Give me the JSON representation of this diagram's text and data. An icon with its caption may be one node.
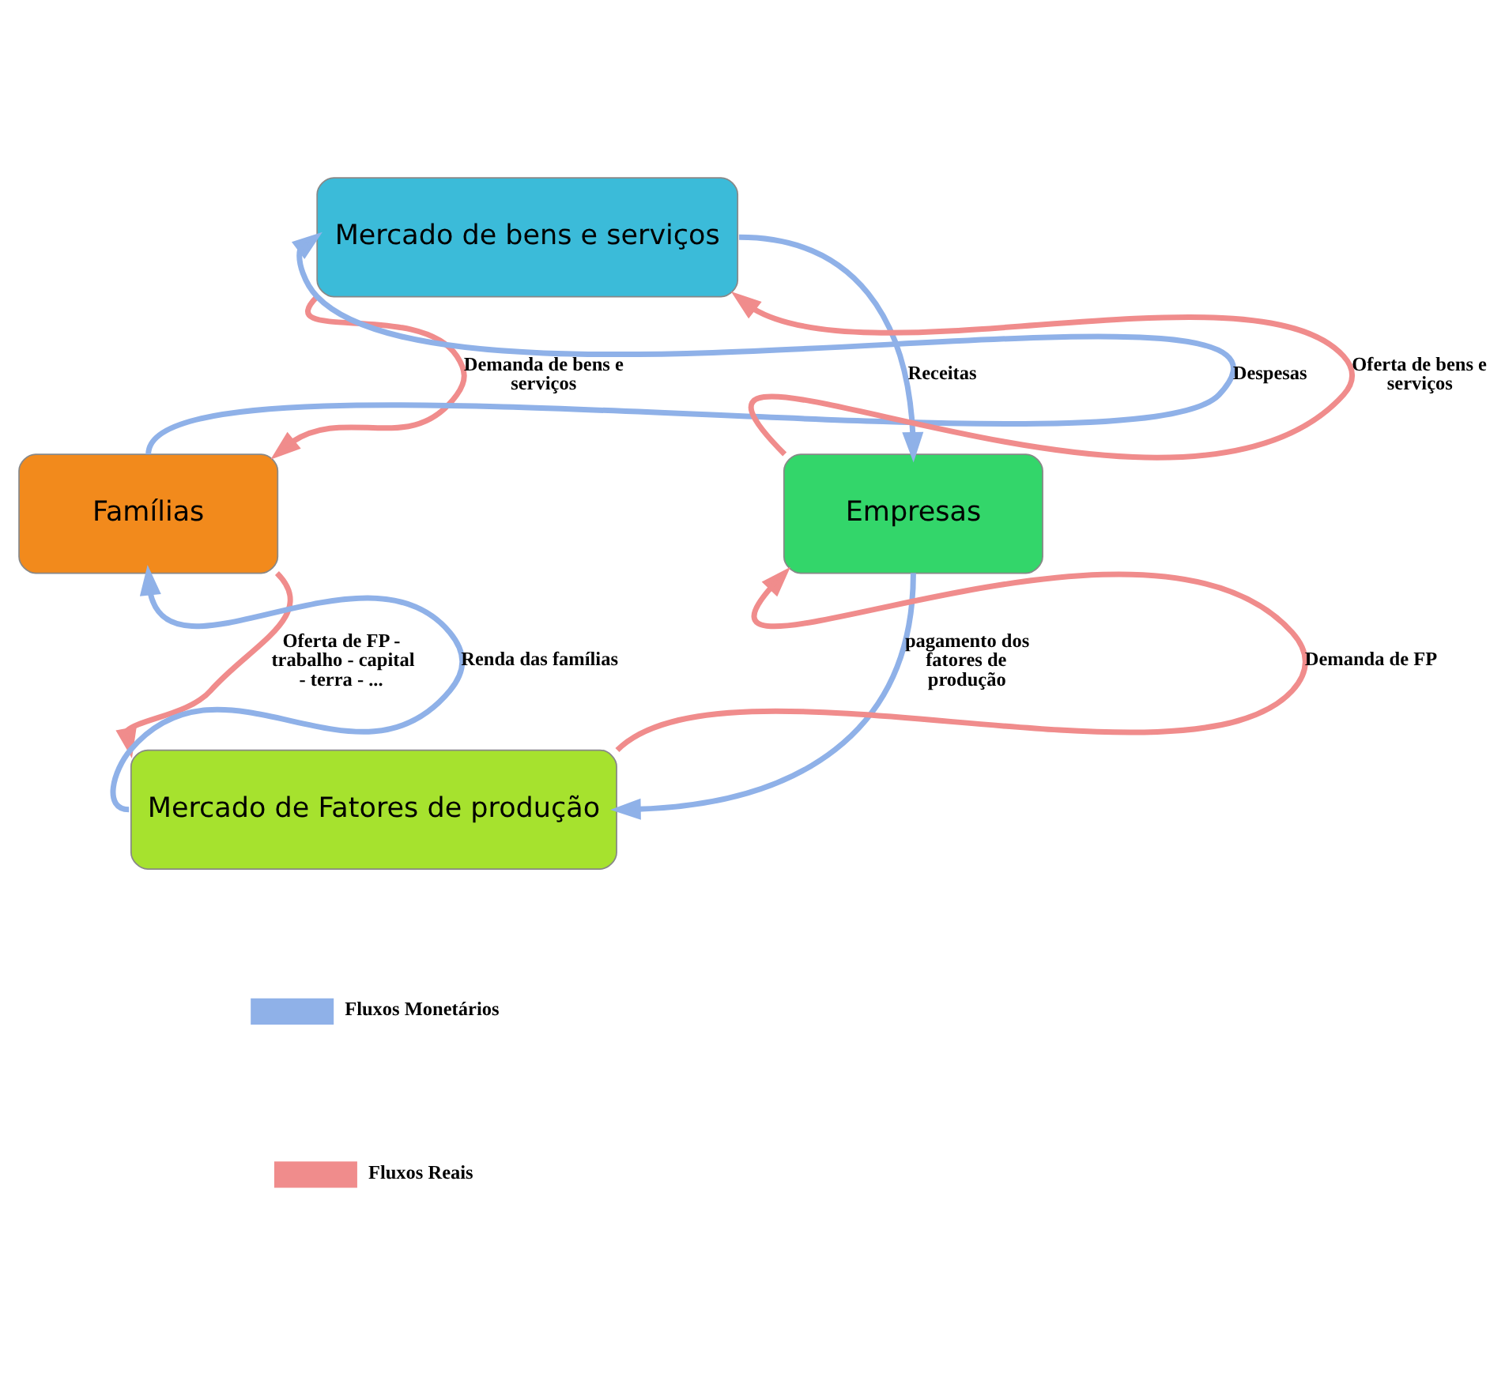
{
  "diagram": {
    "nodes": [
      {
        "text": [
          "Mercado de bens e serviços"
        ]
      },
      {
        "text": [
          "Famílias"
        ]
      },
      {
        "text": [
          "Empresas"
        ]
      },
      {
        "text": [
          "Mercado de Fatores de produção"
        ]
      }
    ],
    "edges": [
      {
        "from": 1,
        "to": 0,
        "arrow": "to",
        "label": "Despesas",
        "color": "#8fb1e8"
      },
      {
        "from": 0,
        "to": 1,
        "arrow": "to",
        "label": "Demanda de bens e serviços",
        "color": "#f08c8c"
      },
      {
        "from": 0,
        "to": 2,
        "arrow": "to",
        "label": "Receitas",
        "color": "#8fb1e8"
      },
      {
        "from": 2,
        "to": 0,
        "arrow": "to",
        "label": "Oferta de bens e serviços",
        "color": "#f08c8c"
      },
      {
        "from": 1,
        "to": 3,
        "arrow": "to",
        "label": "Oferta de FP - trabalho - capital - terra - ...",
        "color": "#f08c8c"
      },
      {
        "from": 3,
        "to": 1,
        "arrow": "to",
        "label": "Renda das famílias",
        "color": "#8fb1e8"
      },
      {
        "from": 3,
        "to": 2,
        "arrow": "to",
        "label": "Demanda de FP",
        "color": "#f08c8c"
      },
      {
        "from": 2,
        "to": 3,
        "arrow": "to",
        "label": "pagamento dos fatores de produção",
        "color": "#8fb1e8"
      }
    ],
    "legend": [
      {
        "text": "Fluxos Monetários"
      },
      {
        "text": "Fluxos Reais"
      }
    ]
  }
}
